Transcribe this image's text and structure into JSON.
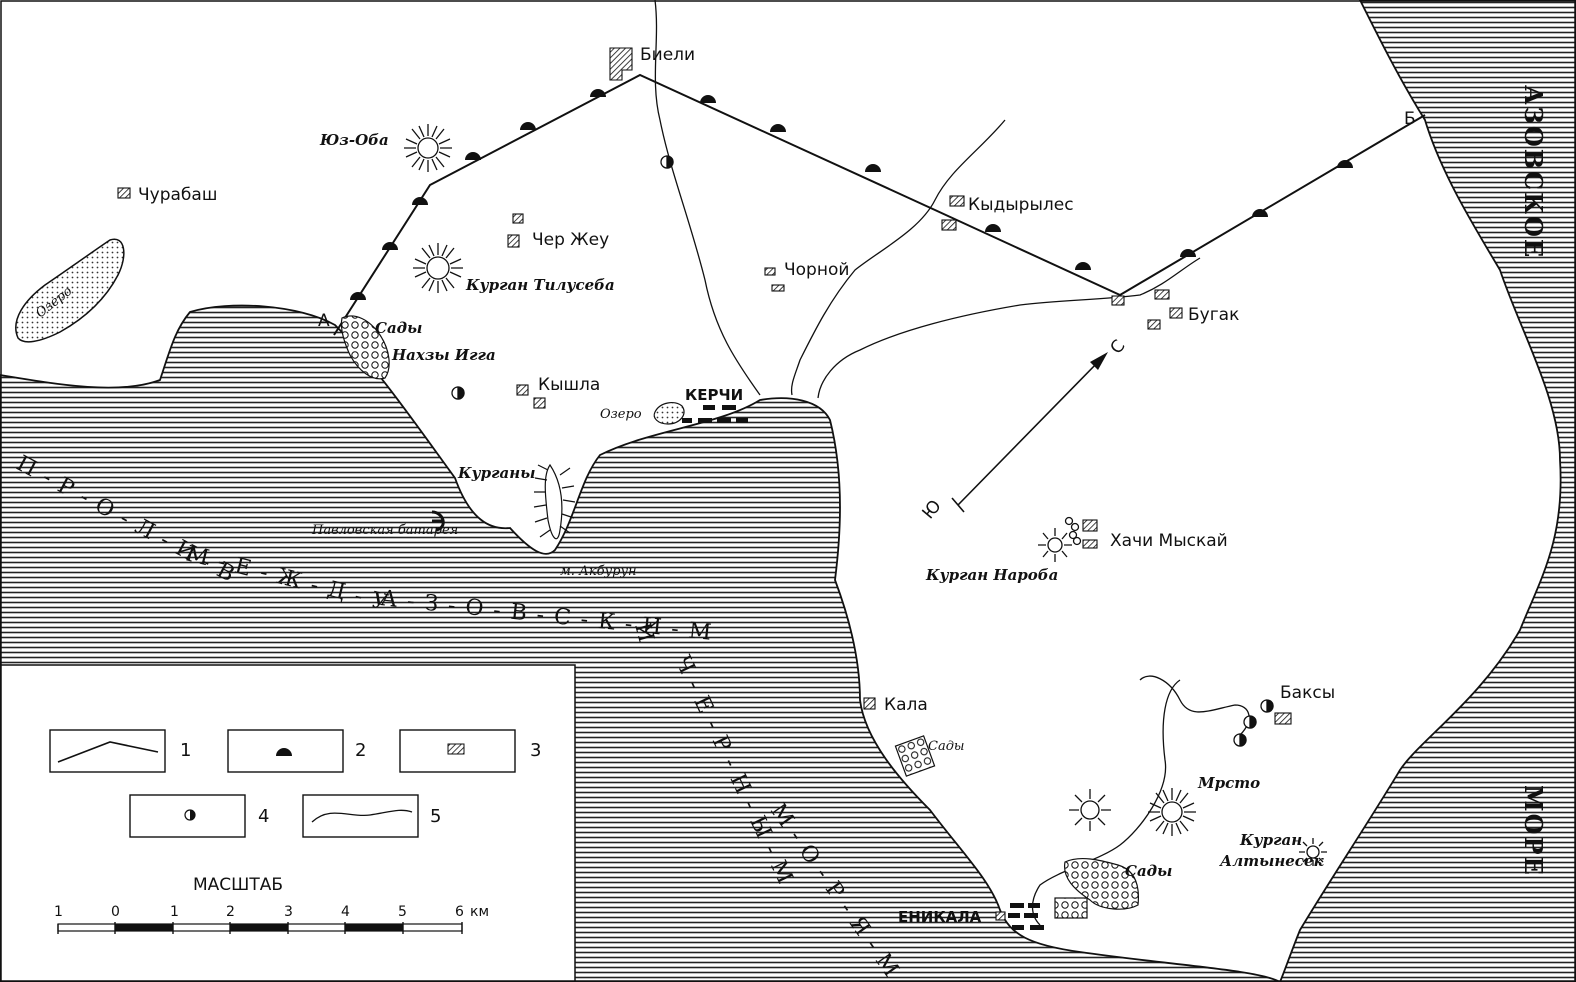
{
  "seas": {
    "azov_top": "АЗОВСКОЕ",
    "azov_bottom": "МОРЕ",
    "strait_1": "П-Р-О-Л-И-В",
    "strait_2": "М-Е-Ж-Д-У",
    "strait_3": "А-З-О-В-С-К-И-М",
    "strait_4": "И",
    "strait_5": "Ч-Е-Р-Н-Ы-М",
    "strait_6": "М-О-Р-Я-М-И"
  },
  "settlements": {
    "bieli": "Биели",
    "churabash": "Чурабаш",
    "cher_zheu": "Чер Жеу",
    "chornoy": "Чорной",
    "kydyryles": "Кыдырылес",
    "bugak": "Бугак",
    "kyshla": "Кышла",
    "kerchi": "КЕРЧИ",
    "khachi_myskay": "Хачи Мыскай",
    "kala": "Кала",
    "baksy": "Баксы",
    "enikala": "ЕНИКАЛА"
  },
  "features": {
    "yuz_oba": "Юз-Оба",
    "ozero_west": "Озеро",
    "kurgan_tilyuseba": "Курган Тилусеба",
    "sady_1": "Сады",
    "nakhzy_igga": "Нахзы Игга",
    "ozero_kerch": "Озеро",
    "kurgany": "Курганы",
    "pavlovskaya": "Павловская батарея",
    "akburun": "м. Акбурун",
    "kurgan_naroba": "Курган Нароба",
    "sady_2": "Сады",
    "mrsto": "Мрсто",
    "kurgan_altynesek_1": "Курган",
    "kurgan_altynesek_2": "Алтынесек",
    "sady_3": "Сады"
  },
  "line_points": {
    "a": "А",
    "b": "Б",
    "s": "С",
    "yu": "Ю"
  },
  "legend": {
    "n1": "1",
    "n2": "2",
    "n3": "3",
    "n4": "4",
    "n5": "5"
  },
  "scale": {
    "title": "МАСШТАБ",
    "ticks": [
      "1",
      "0",
      "1",
      "2",
      "3",
      "4",
      "5",
      "6"
    ],
    "unit": "км"
  }
}
